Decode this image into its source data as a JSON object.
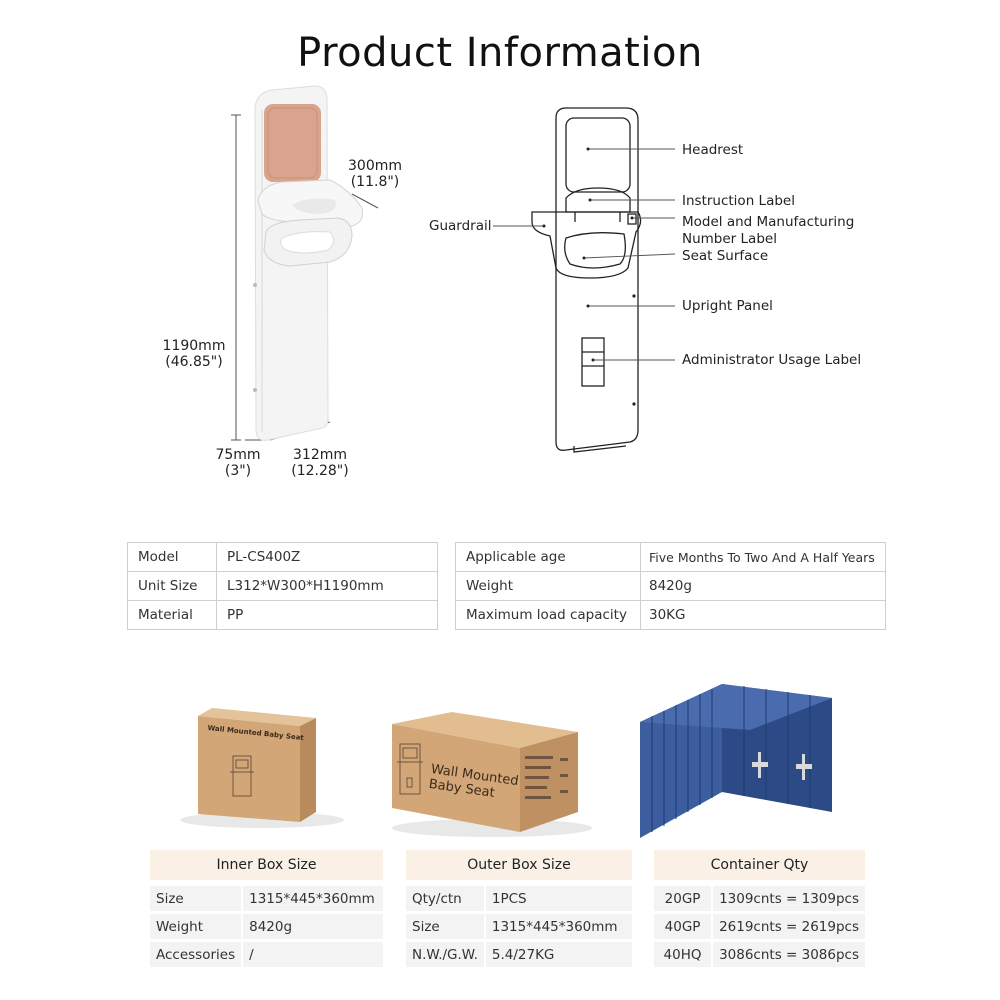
{
  "title": "Product Information",
  "dimensions": {
    "depth": "300mm",
    "depth_in": "(11.8\")",
    "height": "1190mm",
    "height_in": "(46.85\")",
    "thickness": "75mm",
    "thickness_in": "(3\")",
    "width": "312mm",
    "width_in": "(12.28\")"
  },
  "labels": {
    "headrest": "Headrest",
    "instruction": "Instruction Label",
    "model_mfg_1": "Model and Manufacturing",
    "model_mfg_2": "Number Label",
    "seat": "Seat Surface",
    "upright": "Upright Panel",
    "admin": "Administrator Usage Label",
    "guardrail": "Guardrail"
  },
  "spec_left": [
    {
      "key": "Model",
      "value": "PL-CS400Z"
    },
    {
      "key": "Unit Size",
      "value": "L312*W300*H1190mm"
    },
    {
      "key": "Material",
      "value": "PP"
    }
  ],
  "spec_right": [
    {
      "key": "Applicable age",
      "value": "Five Months To Two And A Half Years"
    },
    {
      "key": "Weight",
      "value": "8420g"
    },
    {
      "key": "Maximum load capacity",
      "value": "30KG"
    }
  ],
  "box_prints": {
    "inner": "Wall Mounted Baby Seat",
    "outer_1": "Wall Mounted",
    "outer_2": "Baby Seat"
  },
  "inner_box": {
    "title": "Inner Box Size",
    "rows": [
      {
        "key": "Size",
        "value": "1315*445*360mm"
      },
      {
        "key": "Weight",
        "value": "8420g"
      },
      {
        "key": "Accessories",
        "value": "/"
      }
    ]
  },
  "outer_box": {
    "title": "Outer Box Size",
    "rows": [
      {
        "key": "Qty/ctn",
        "value": "1PCS"
      },
      {
        "key": "Size",
        "value": "1315*445*360mm"
      },
      {
        "key": "N.W./G.W.",
        "value": "5.4/27KG"
      }
    ]
  },
  "container": {
    "title": "Container Qty",
    "rows": [
      {
        "key": "20GP",
        "value": "1309cnts = 1309pcs"
      },
      {
        "key": "40GP",
        "value": "2619cnts = 2619pcs"
      },
      {
        "key": "40HQ",
        "value": "3086cnts = 3086pcs"
      }
    ]
  },
  "colors": {
    "headrest_pad": "#d9a48e",
    "box_kraft": "#d2a676",
    "container_blue": "#2c4a86",
    "header_bg": "#faf0e6"
  }
}
